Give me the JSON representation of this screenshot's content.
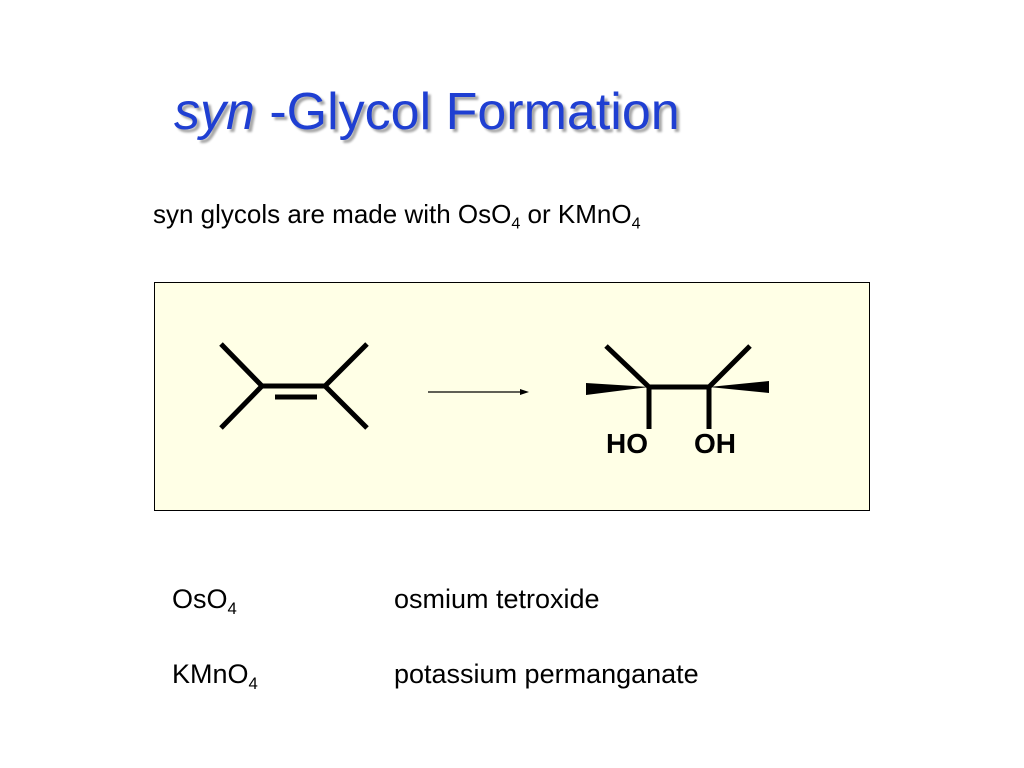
{
  "title": {
    "italic": "syn",
    "rest": " -Glycol Formation"
  },
  "subtitle": {
    "text1": "syn glycols are made with  OsO",
    "sub1": "4",
    "text2": "  or  KMnO",
    "sub2": "4"
  },
  "reaction": {
    "product_label_left": "HO",
    "product_label_right": "OH"
  },
  "reagents": [
    {
      "formula": "OsO",
      "sub": "4",
      "name": "osmium tetroxide"
    },
    {
      "formula": "KMnO",
      "sub": "4",
      "name": "potassium permanganate"
    }
  ]
}
